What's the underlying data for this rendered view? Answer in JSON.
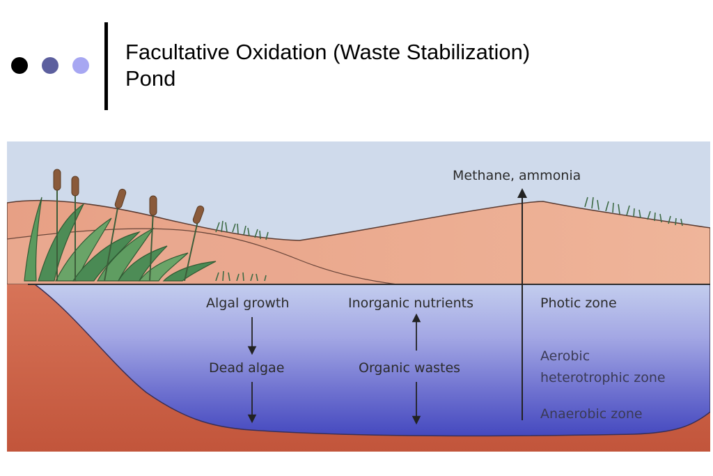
{
  "header": {
    "title_line1": "Facultative Oxidation (Waste Stabilization)",
    "title_line2": "Pond",
    "bullet_colors": [
      "#000000",
      "#5c5f9e",
      "#a7a7f2"
    ]
  },
  "diagram": {
    "labels": {
      "gas": "Methane, ammonia",
      "algal_growth": "Algal growth",
      "dead_algae": "Dead algae",
      "inorganic_nutrients": "Inorganic nutrients",
      "organic_wastes": "Organic wastes",
      "photic_zone": "Photic zone",
      "aerobic_line1": "Aerobic",
      "aerobic_line2": "heterotrophic zone",
      "anaerobic_zone": "Anaerobic zone"
    },
    "colors": {
      "sky": "#cdd8ea",
      "soil": "#e8a287",
      "soil_dark": "#c65f44",
      "water_top": "#bcc8ec",
      "water_mid": "#8f90d8",
      "water_bottom": "#4d52c4",
      "reeds": "#4a8a54"
    }
  }
}
